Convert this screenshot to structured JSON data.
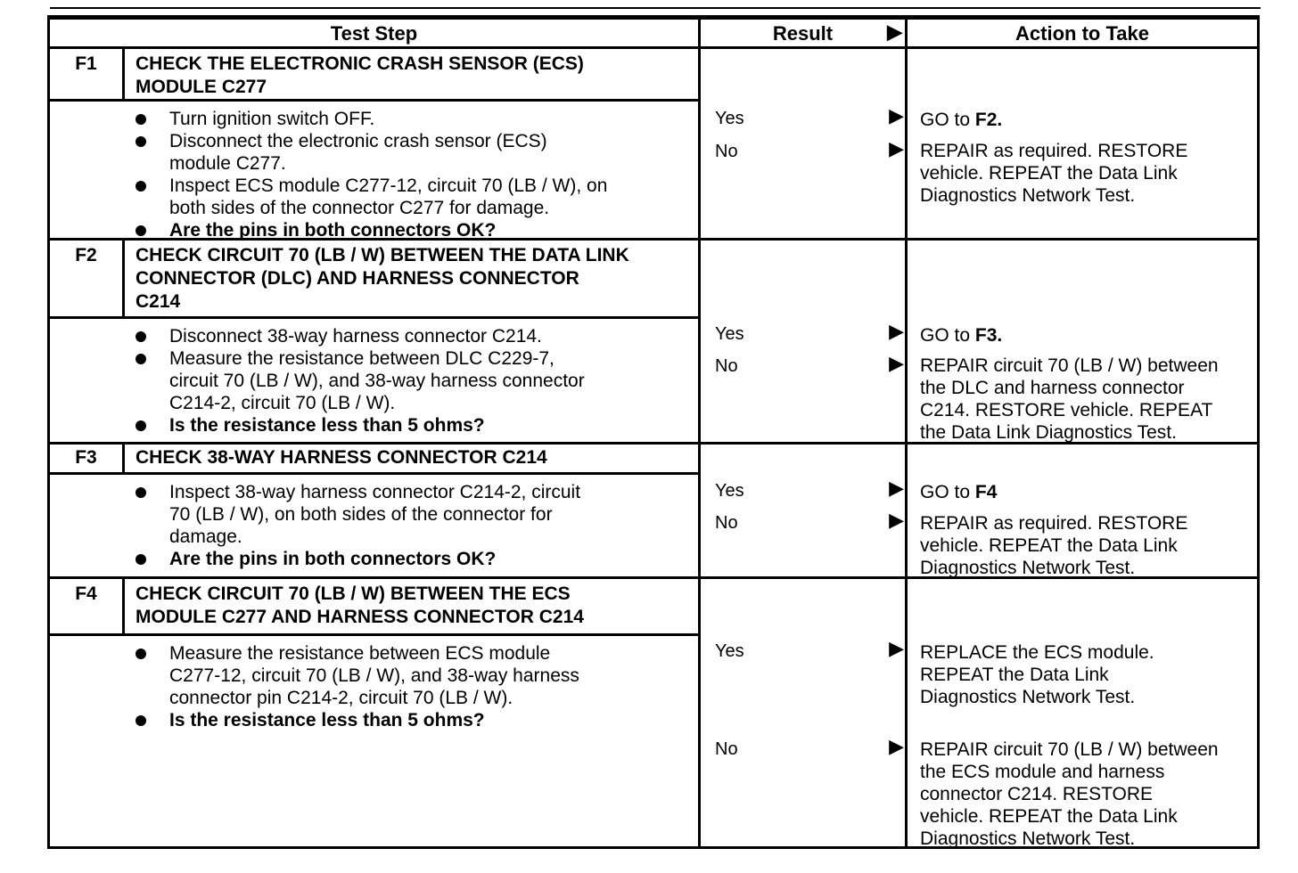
{
  "doc": {
    "type": "diagnostic-test-table",
    "colors": {
      "ink": "#000000",
      "paper": "#ffffff"
    },
    "icons": {
      "result_arrow": "▶",
      "bullet": "●"
    },
    "headers": {
      "test_step": "Test Step",
      "result": "Result",
      "action": "Action to Take"
    },
    "steps": [
      {
        "id": "F1",
        "title": "CHECK THE ELECTRONIC CRASH SENSOR (ECS)\nMODULE C277",
        "bullets": [
          "Turn ignition switch OFF.",
          "Disconnect the electronic crash sensor (ECS)\nmodule C277.",
          "Inspect ECS module C277-12, circuit 70 (LB / W), on\nboth sides of the connector C277 for damage.",
          "Are the pins in both connectors OK?"
        ],
        "results": [
          {
            "label": "Yes",
            "go_prefix": "GO to",
            "go_ref": "F2."
          },
          {
            "label": "No",
            "action": "REPAIR as required. RESTORE\nvehicle. REPEAT the Data Link\nDiagnostics Network Test."
          }
        ]
      },
      {
        "id": "F2",
        "title": "CHECK CIRCUIT 70 (LB / W) BETWEEN THE DATA LINK\nCONNECTOR (DLC) AND HARNESS CONNECTOR\nC214",
        "bullets": [
          "Disconnect 38-way harness connector C214.",
          "Measure the resistance between DLC C229-7,\ncircuit 70 (LB / W), and 38-way harness connector\nC214-2, circuit 70 (LB / W).",
          "Is the resistance less than 5 ohms?"
        ],
        "results": [
          {
            "label": "Yes",
            "go_prefix": "GO to",
            "go_ref": "F3."
          },
          {
            "label": "No",
            "action": "REPAIR circuit 70 (LB / W) between\nthe DLC and harness connector\nC214. RESTORE vehicle. REPEAT\nthe Data Link Diagnostics Test."
          }
        ]
      },
      {
        "id": "F3",
        "title": "CHECK 38-WAY HARNESS CONNECTOR C214",
        "bullets": [
          "Inspect 38-way harness connector C214-2, circuit\n70 (LB / W), on both sides of the connector for\ndamage.",
          "Are the pins in both connectors OK?"
        ],
        "results": [
          {
            "label": "Yes",
            "go_prefix": "GO to",
            "go_ref": "F4"
          },
          {
            "label": "No",
            "action": "REPAIR as required. RESTORE\nvehicle. REPEAT the Data Link\nDiagnostics Network Test."
          }
        ]
      },
      {
        "id": "F4",
        "title": "CHECK CIRCUIT 70 (LB / W) BETWEEN THE ECS\nMODULE C277 AND HARNESS CONNECTOR C214",
        "bullets": [
          "Measure the resistance between ECS module\nC277-12, circuit 70 (LB / W), and 38-way harness\nconnector pin C214-2, circuit 70 (LB / W).",
          "Is the resistance less than 5 ohms?"
        ],
        "results": [
          {
            "label": "Yes",
            "action": "REPLACE the ECS module.\nREPEAT the Data Link\nDiagnostics Network Test."
          },
          {
            "label": "No",
            "action": "REPAIR circuit 70 (LB / W) between\nthe ECS module and harness\nconnector C214. RESTORE\nvehicle. REPEAT the Data Link\nDiagnostics Network Test."
          }
        ]
      }
    ]
  }
}
